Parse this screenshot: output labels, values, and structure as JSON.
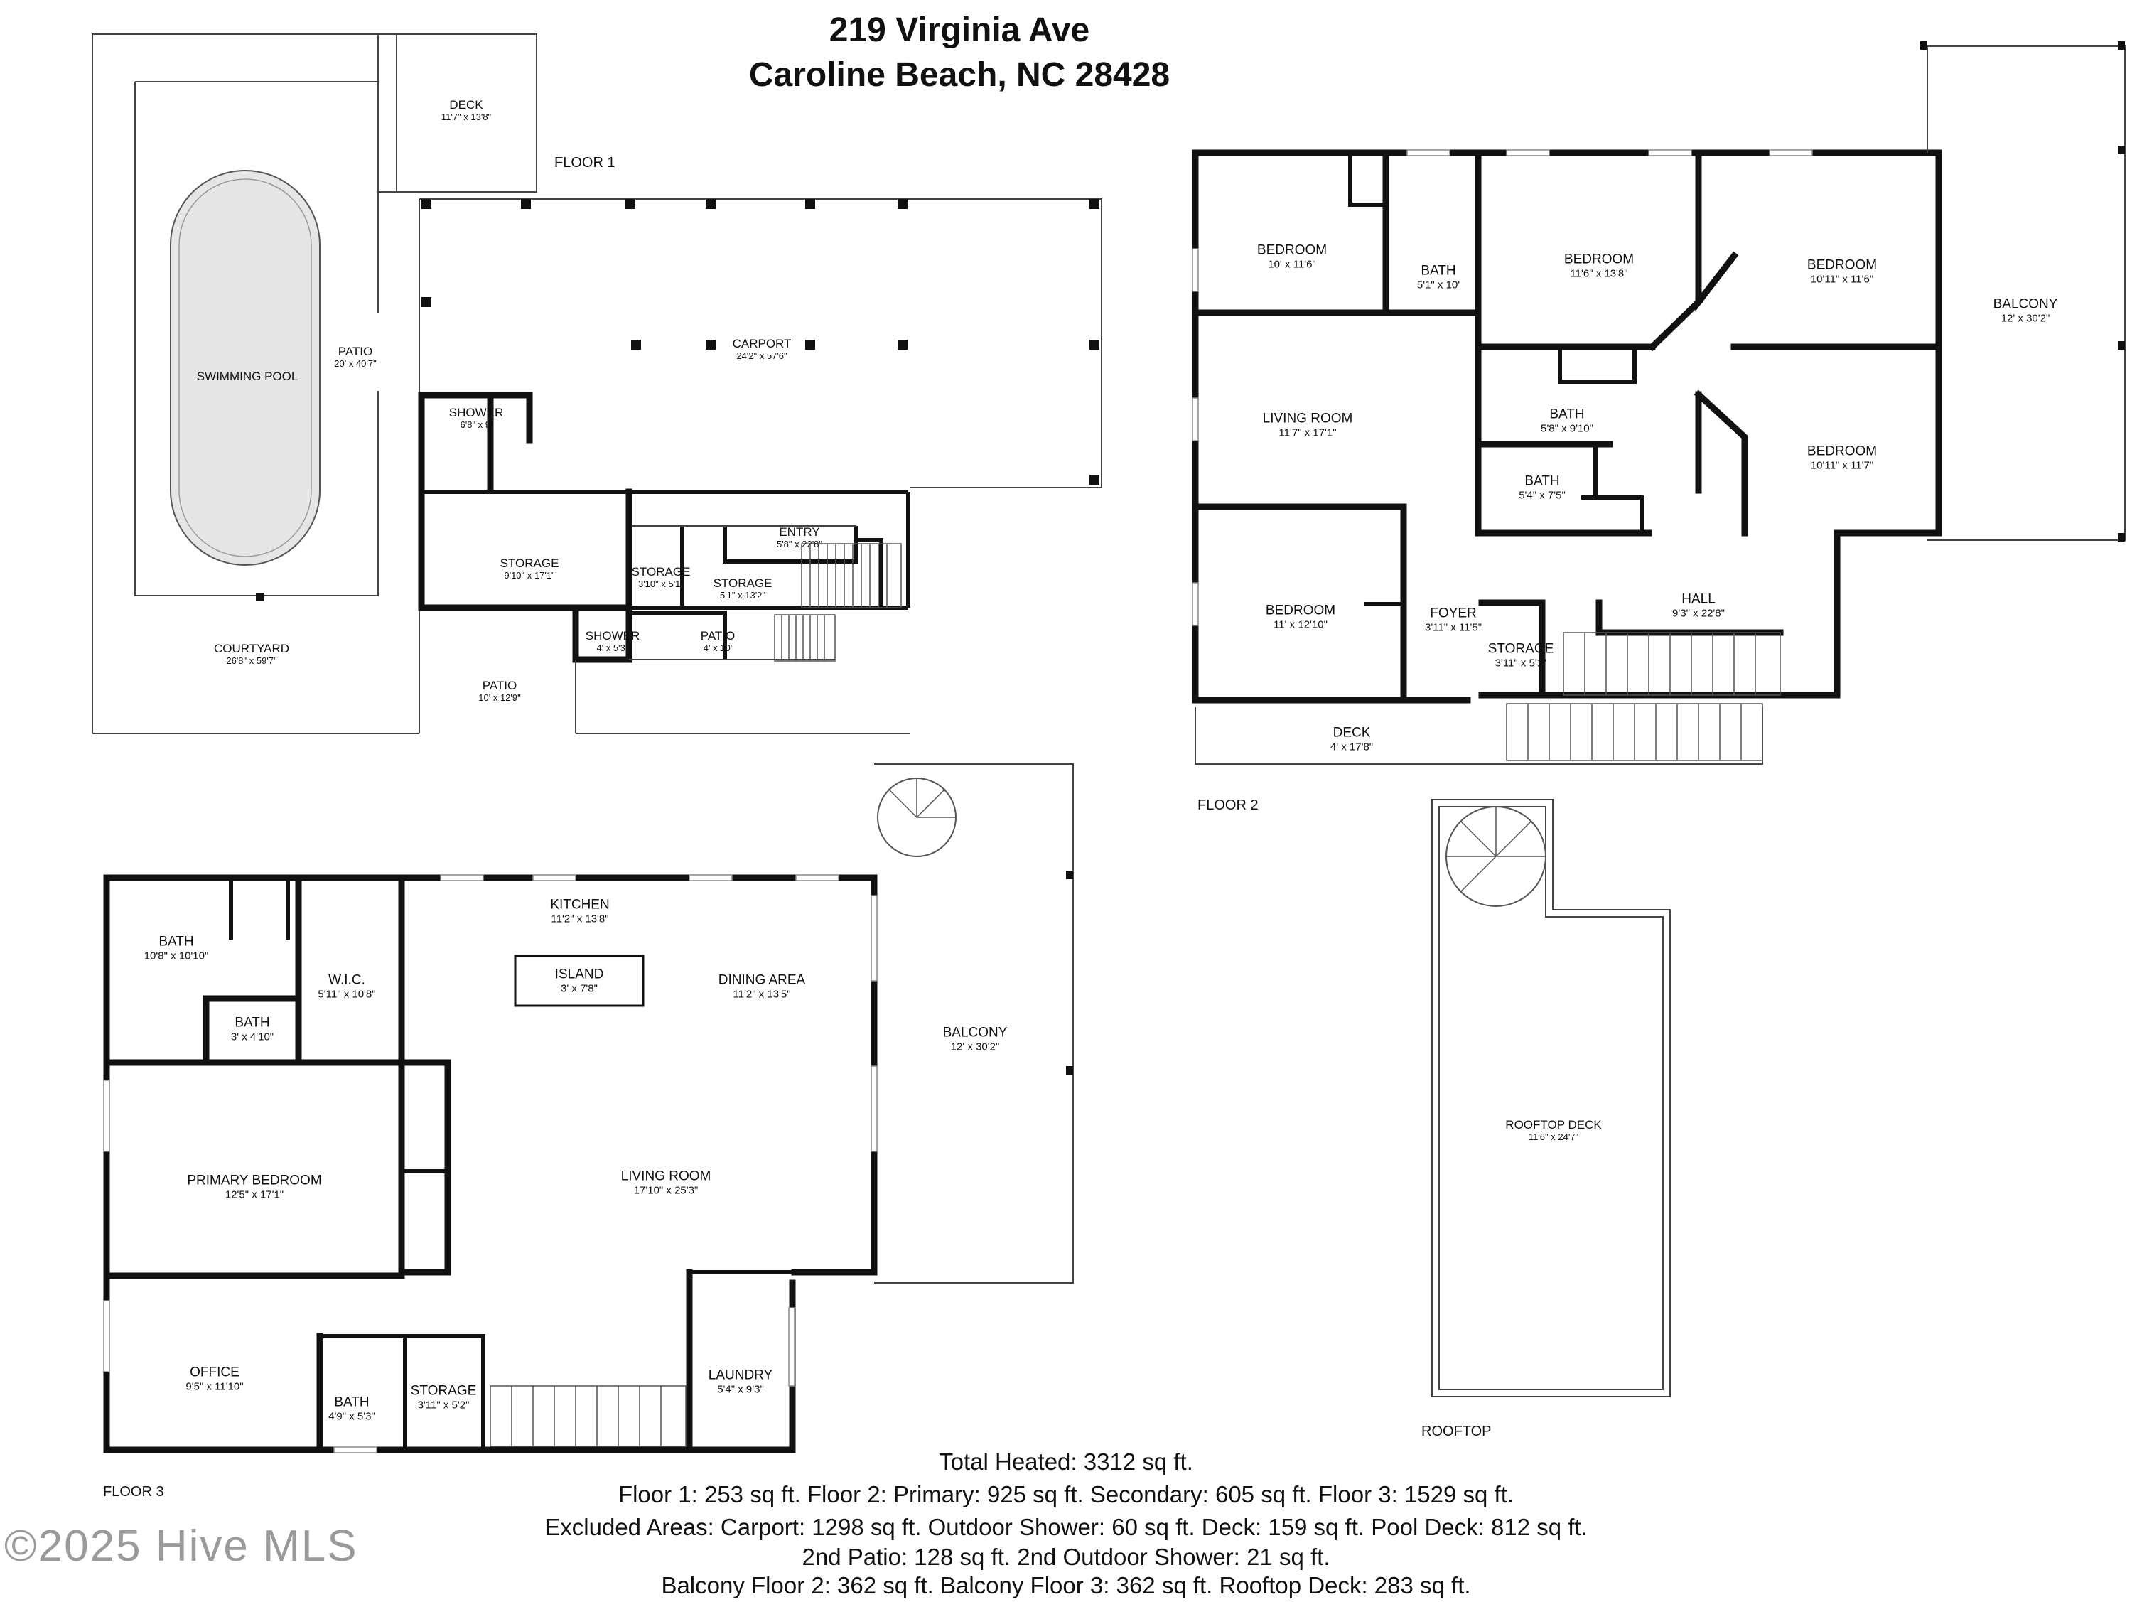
{
  "header": {
    "line1": "219 Virginia Ave",
    "line2": "Caroline Beach, NC 28428"
  },
  "floors": {
    "floor1": "FLOOR 1",
    "floor2": "FLOOR 2",
    "floor3": "FLOOR 3",
    "rooftop": "ROOFTOP"
  },
  "rooms": {
    "deck_f1": {
      "name": "DECK",
      "dims": "11'7\" x 13'8\""
    },
    "patio_main": {
      "name": "PATIO",
      "dims": "20' x 40'7\""
    },
    "swimming_pool": {
      "name": "SWIMMING POOL",
      "dims": ""
    },
    "carport": {
      "name": "CARPORT",
      "dims": "24'2\" x 57'6\""
    },
    "shower_f1": {
      "name": "SHOWER",
      "dims": "6'8\" x 9'"
    },
    "storage_f1a": {
      "name": "STORAGE",
      "dims": "9'10\" x 17'1\""
    },
    "storage_f1b": {
      "name": "STORAGE",
      "dims": "3'10\" x 5'1\""
    },
    "storage_f1c": {
      "name": "STORAGE",
      "dims": "5'1\" x 13'2\""
    },
    "entry": {
      "name": "ENTRY",
      "dims": "5'8\" x 22'8\""
    },
    "shower_f1b": {
      "name": "SHOWER",
      "dims": "4' x 5'3\""
    },
    "patio_small": {
      "name": "PATIO",
      "dims": "4' x 10'"
    },
    "courtyard": {
      "name": "COURTYARD",
      "dims": "26'8\" x 59'7\""
    },
    "patio_f1b": {
      "name": "PATIO",
      "dims": "10' x 12'9\""
    },
    "f2_bedroom1": {
      "name": "BEDROOM",
      "dims": "10' x 11'6\""
    },
    "f2_bath1": {
      "name": "BATH",
      "dims": "5'1\" x 10'"
    },
    "f2_bedroom2": {
      "name": "BEDROOM",
      "dims": "11'6\" x 13'8\""
    },
    "f2_bedroom3": {
      "name": "BEDROOM",
      "dims": "10'11\" x 11'6\""
    },
    "f2_balcony": {
      "name": "BALCONY",
      "dims": "12' x 30'2\""
    },
    "f2_living": {
      "name": "LIVING ROOM",
      "dims": "11'7\" x 17'1\""
    },
    "f2_bath2": {
      "name": "BATH",
      "dims": "5'8\" x 9'10\""
    },
    "f2_bath3": {
      "name": "BATH",
      "dims": "5'4\" x 7'5\""
    },
    "f2_bedroom4": {
      "name": "BEDROOM",
      "dims": "10'11\" x 11'7\""
    },
    "f2_bedroom5": {
      "name": "BEDROOM",
      "dims": "11' x 12'10\""
    },
    "f2_foyer": {
      "name": "FOYER",
      "dims": "3'11\" x 11'5\""
    },
    "f2_hall": {
      "name": "HALL",
      "dims": "9'3\" x 22'8\""
    },
    "f2_storage": {
      "name": "STORAGE",
      "dims": "3'11\" x 5'1\""
    },
    "f2_deck": {
      "name": "DECK",
      "dims": "4' x 17'8\""
    },
    "f3_bath1": {
      "name": "BATH",
      "dims": "10'8\" x 10'10\""
    },
    "f3_wic": {
      "name": "W.I.C.",
      "dims": "5'11\" x 10'8\""
    },
    "f3_bath2": {
      "name": "BATH",
      "dims": "3' x 4'10\""
    },
    "f3_kitchen": {
      "name": "KITCHEN",
      "dims": "11'2\" x 13'8\""
    },
    "f3_island": {
      "name": "ISLAND",
      "dims": "3' x 7'8\""
    },
    "f3_dining": {
      "name": "DINING AREA",
      "dims": "11'2\" x 13'5\""
    },
    "f3_balcony": {
      "name": "BALCONY",
      "dims": "12' x 30'2\""
    },
    "f3_primary": {
      "name": "PRIMARY BEDROOM",
      "dims": "12'5\" x 17'1\""
    },
    "f3_living": {
      "name": "LIVING ROOM",
      "dims": "17'10\" x 25'3\""
    },
    "f3_office": {
      "name": "OFFICE",
      "dims": "9'5\" x 11'10\""
    },
    "f3_bath3": {
      "name": "BATH",
      "dims": "4'9\" x 5'3\""
    },
    "f3_storage": {
      "name": "STORAGE",
      "dims": "3'11\" x 5'2\""
    },
    "f3_laundry": {
      "name": "LAUNDRY",
      "dims": "5'4\" x 9'3\""
    },
    "rooftop_deck": {
      "name": "ROOFTOP DECK",
      "dims": "11'6\" x 24'7\""
    }
  },
  "summary": {
    "total": "Total Heated: 3312 sq ft.",
    "floors": "Floor 1: 253 sq ft. Floor 2: Primary: 925 sq ft. Secondary: 605 sq ft. Floor 3: 1529 sq ft.",
    "excluded": "Excluded Areas: Carport: 1298 sq ft. Outdoor Shower: 60 sq ft. Deck: 159 sq ft. Pool Deck: 812 sq ft.",
    "patio": "2nd Patio: 128 sq ft. 2nd Outdoor Shower: 21 sq ft.",
    "balcony": "Balcony Floor 2: 362 sq ft. Balcony Floor 3: 362 sq ft. Rooftop Deck: 283 sq ft."
  },
  "copyright": "©2025 Hive MLS"
}
